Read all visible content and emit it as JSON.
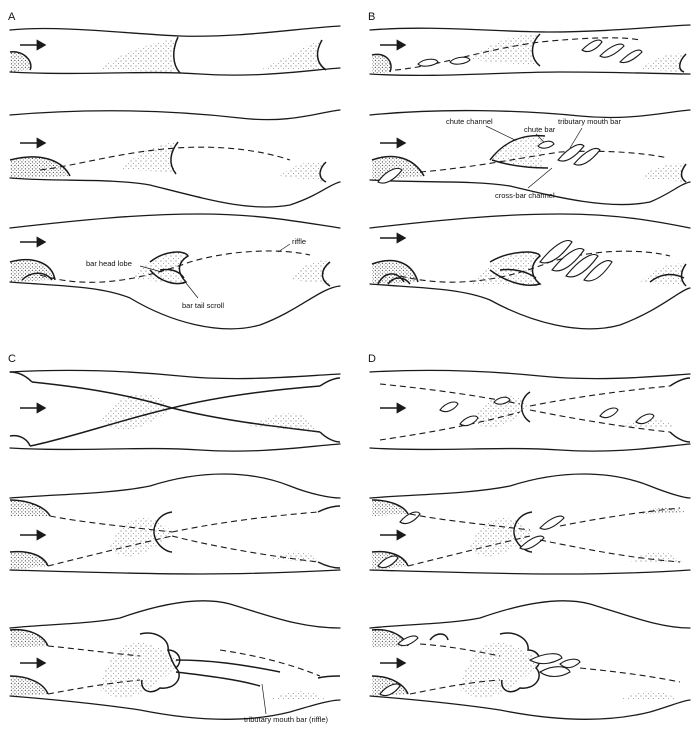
{
  "panels": [
    {
      "label": "A"
    },
    {
      "label": "B"
    },
    {
      "label": "C"
    },
    {
      "label": "D"
    }
  ],
  "annotations": {
    "riffle": "riffle",
    "bar_head_lobe": "bar head lobe",
    "bar_tail_scroll": "bar tail scroll",
    "chute_channel": "chute channel",
    "chute_bar": "chute bar",
    "tributary_mouth_bar": "tributary mouth bar",
    "cross_bar_channel": "cross-bar channel",
    "tributary_mouth_bar_riffle": "tributary mouth bar (riffle)"
  },
  "colors": {
    "ink": "#1a1a1a",
    "stipple": "#555555",
    "background": "#ffffff"
  },
  "icons": {
    "flow_arrow": "right-arrow-icon"
  }
}
